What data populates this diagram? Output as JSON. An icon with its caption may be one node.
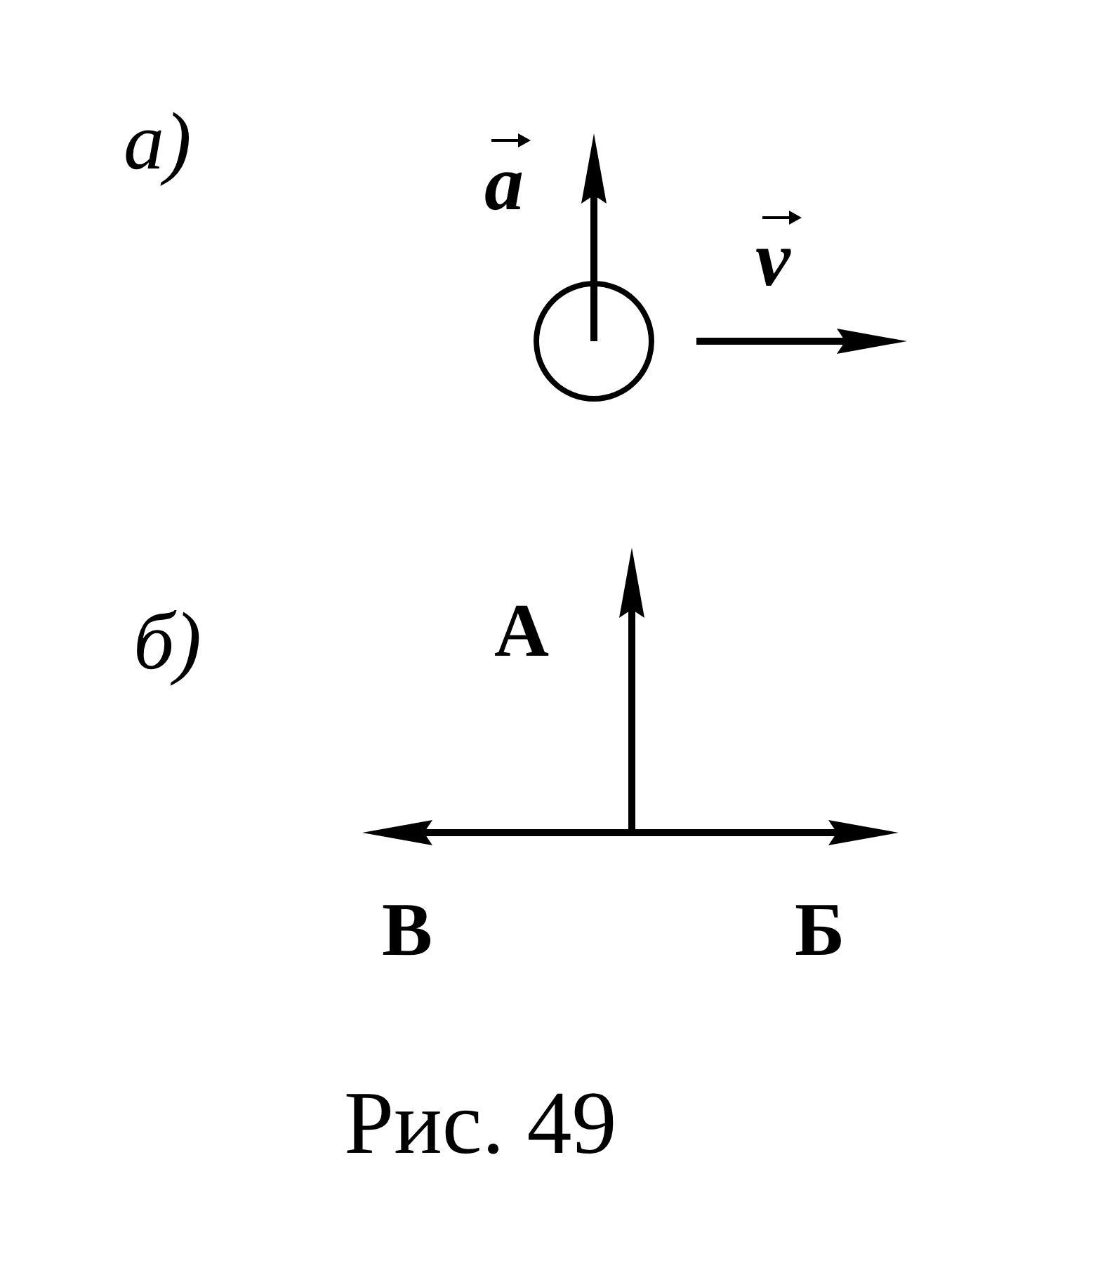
{
  "diagram": {
    "caption": "Рис. 49",
    "labels": [
      "а)",
      "a",
      "v",
      "б)",
      "А",
      "В",
      "Б"
    ]
  }
}
